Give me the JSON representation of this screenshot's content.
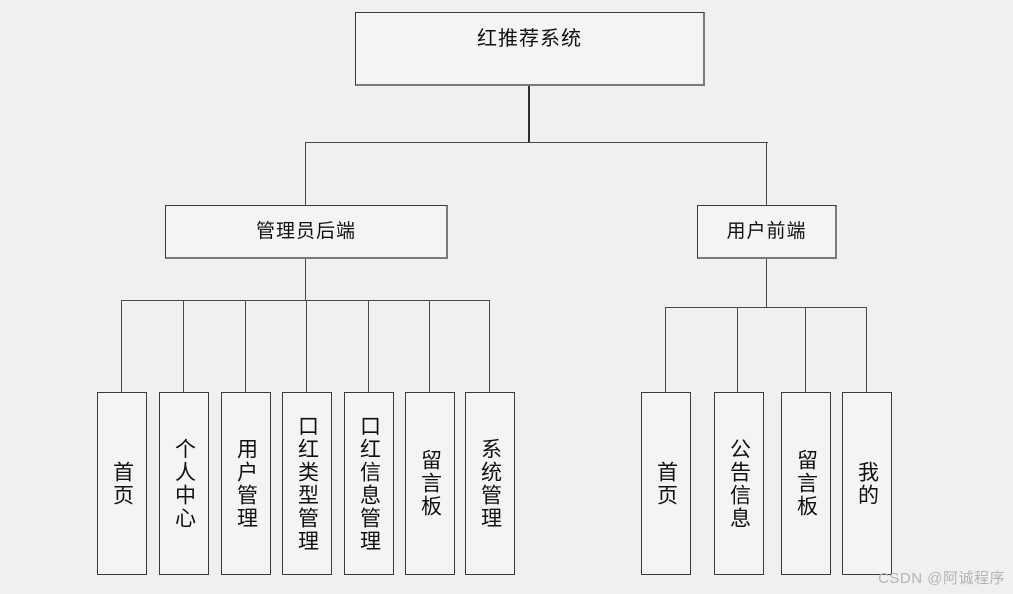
{
  "diagram": {
    "type": "hierarchy-tree",
    "root": {
      "label": "红推荐系统"
    },
    "level2": [
      {
        "label": "管理员后端"
      },
      {
        "label": "用户前端"
      }
    ],
    "admin_leaves": [
      {
        "label": "首页"
      },
      {
        "label": "个人中心"
      },
      {
        "label": "用户管理"
      },
      {
        "label": "口红类型管理"
      },
      {
        "label": "口红信息管理"
      },
      {
        "label": "留言板"
      },
      {
        "label": "系统管理"
      }
    ],
    "user_leaves": [
      {
        "label": "首页"
      },
      {
        "label": "公告信息"
      },
      {
        "label": "留言板"
      },
      {
        "label": "我的"
      }
    ]
  },
  "watermark": {
    "text": "CSDN @阿诚程序"
  },
  "colors": {
    "background": "#f0f0f0",
    "node_fill": "#f2f4f6",
    "node_border": "#3a3a3a",
    "line": "#2f2f2f",
    "text": "#101010",
    "watermark": "#b4b4b4"
  }
}
